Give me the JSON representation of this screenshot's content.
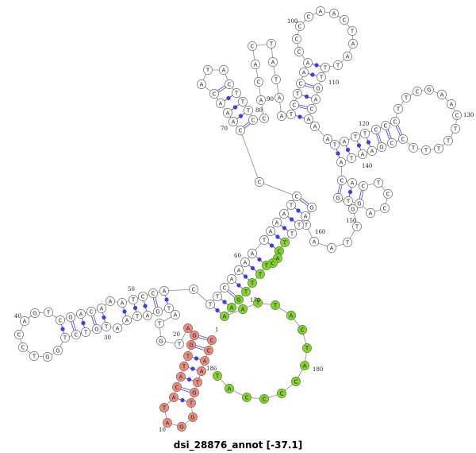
{
  "title": "dsi_28876_annot [-37.1]",
  "sequence": "CCAATGTGGATACATTGGATGTATGATAATGTCTGGTCCAGTCGACAAATCCACTTCAAAATAAATCCCAAACATACTTTCCACACTATAATCTCAACCCCAACTAATTTGACAAATATTCCCTTCGAACTTTTTCCGAATACACTCCAGTGGTTAATGATTTCACTTTTGAAATTACTACCCCAT",
  "pairs": [
    [
      1,
      18
    ],
    [
      2,
      17
    ],
    [
      3,
      16
    ],
    [
      4,
      15
    ],
    [
      5,
      14
    ],
    [
      6,
      13
    ],
    [
      7,
      12
    ],
    [
      24,
      53
    ],
    [
      25,
      52
    ],
    [
      26,
      51
    ],
    [
      27,
      50
    ],
    [
      28,
      49
    ],
    [
      30,
      47
    ],
    [
      31,
      46
    ],
    [
      32,
      45
    ],
    [
      33,
      44
    ],
    [
      34,
      43
    ],
    [
      55,
      173
    ],
    [
      56,
      172
    ],
    [
      57,
      171
    ],
    [
      58,
      170
    ],
    [
      59,
      169
    ],
    [
      60,
      168
    ],
    [
      61,
      167
    ],
    [
      62,
      164
    ],
    [
      63,
      163
    ],
    [
      64,
      162
    ],
    [
      65,
      161
    ],
    [
      66,
      160
    ],
    [
      67,
      159
    ],
    [
      69,
      81
    ],
    [
      70,
      80
    ],
    [
      71,
      79
    ],
    [
      72,
      78
    ],
    [
      73,
      77
    ],
    [
      92,
      114
    ],
    [
      93,
      113
    ],
    [
      94,
      112
    ],
    [
      95,
      111
    ],
    [
      96,
      110
    ],
    [
      97,
      109
    ],
    [
      117,
      142
    ],
    [
      118,
      141
    ],
    [
      119,
      140
    ],
    [
      120,
      139
    ],
    [
      121,
      138
    ],
    [
      122,
      137
    ],
    [
      123,
      136
    ],
    [
      143,
      152
    ],
    [
      144,
      151
    ],
    [
      145,
      150
    ]
  ],
  "highlights": {
    "red": {
      "from": 1,
      "to": 19,
      "color": "#f28a7c"
    },
    "green": {
      "from": 163,
      "to": 186,
      "color": "#7ed91e"
    }
  },
  "numbers": [
    "1",
    "10",
    "20",
    "30",
    "40",
    "50",
    "60",
    "70",
    "80",
    "90",
    "100",
    "110",
    "120",
    "130",
    "140",
    "150",
    "160",
    "170",
    "180",
    "186"
  ],
  "colors": {
    "backbone": "#8a8a8a",
    "pair": "#3a3aff",
    "node_stroke": "#707070",
    "node_fill": "#ffffff"
  }
}
